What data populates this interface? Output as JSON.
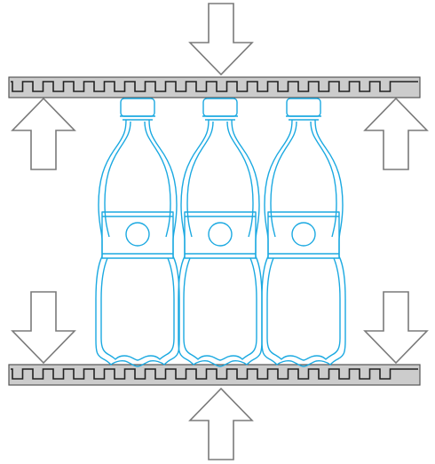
{
  "diagram": {
    "kind": "bottle-compression-illustration",
    "colors": {
      "bottle_outline": "#1ba9e1",
      "arrow_outline": "#7a7a7a",
      "plate_fill": "#cccccc",
      "plate_outline": "#555555",
      "plate_teeth": "#222222",
      "background": "#ffffff"
    },
    "bottles": [
      {
        "id": "bottle-1"
      },
      {
        "id": "bottle-2"
      },
      {
        "id": "bottle-3"
      }
    ],
    "plates": [
      {
        "id": "top-plate",
        "teeth_direction": "down"
      },
      {
        "id": "bottom-plate",
        "teeth_direction": "down"
      }
    ],
    "arrows": [
      {
        "id": "arrow-top-center",
        "direction": "down"
      },
      {
        "id": "arrow-top-left",
        "direction": "up"
      },
      {
        "id": "arrow-top-right",
        "direction": "up"
      },
      {
        "id": "arrow-bottom-left",
        "direction": "down"
      },
      {
        "id": "arrow-bottom-right",
        "direction": "down"
      },
      {
        "id": "arrow-bottom-center",
        "direction": "up"
      }
    ]
  }
}
